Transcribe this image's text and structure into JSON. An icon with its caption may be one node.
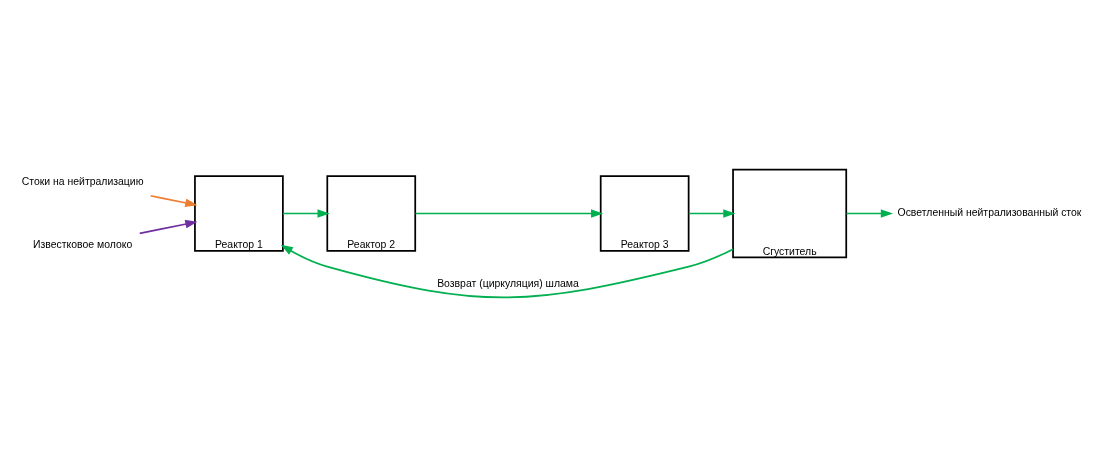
{
  "diagram": {
    "nodes": [
      {
        "text": [
          "Стоки на нейтрализацию"
        ]
      },
      {
        "text": [
          "Известковое молоко"
        ]
      },
      {
        "text": [
          "Реактор 1"
        ]
      },
      {
        "text": [
          "Реактор 2"
        ]
      },
      {
        "text": [
          "Реактор 3"
        ]
      },
      {
        "text": [
          "Сгуститель"
        ]
      },
      {
        "text": [
          "Осветленный нейтрализованный сток"
        ]
      }
    ],
    "edges": [
      {
        "from": 0,
        "to": 2,
        "arrow": "to",
        "color": "#ed7d31"
      },
      {
        "from": 1,
        "to": 2,
        "arrow": "to",
        "color": "#7030a0"
      },
      {
        "from": 2,
        "to": 3,
        "arrow": "to"
      },
      {
        "from": 3,
        "to": 4,
        "arrow": "to"
      },
      {
        "from": 4,
        "to": 5,
        "arrow": "to"
      },
      {
        "from": 5,
        "to": 6,
        "arrow": "to"
      },
      {
        "from": 5,
        "to": 2,
        "arrow": "to",
        "label": "Возврат (циркуляция) шлама"
      }
    ]
  }
}
